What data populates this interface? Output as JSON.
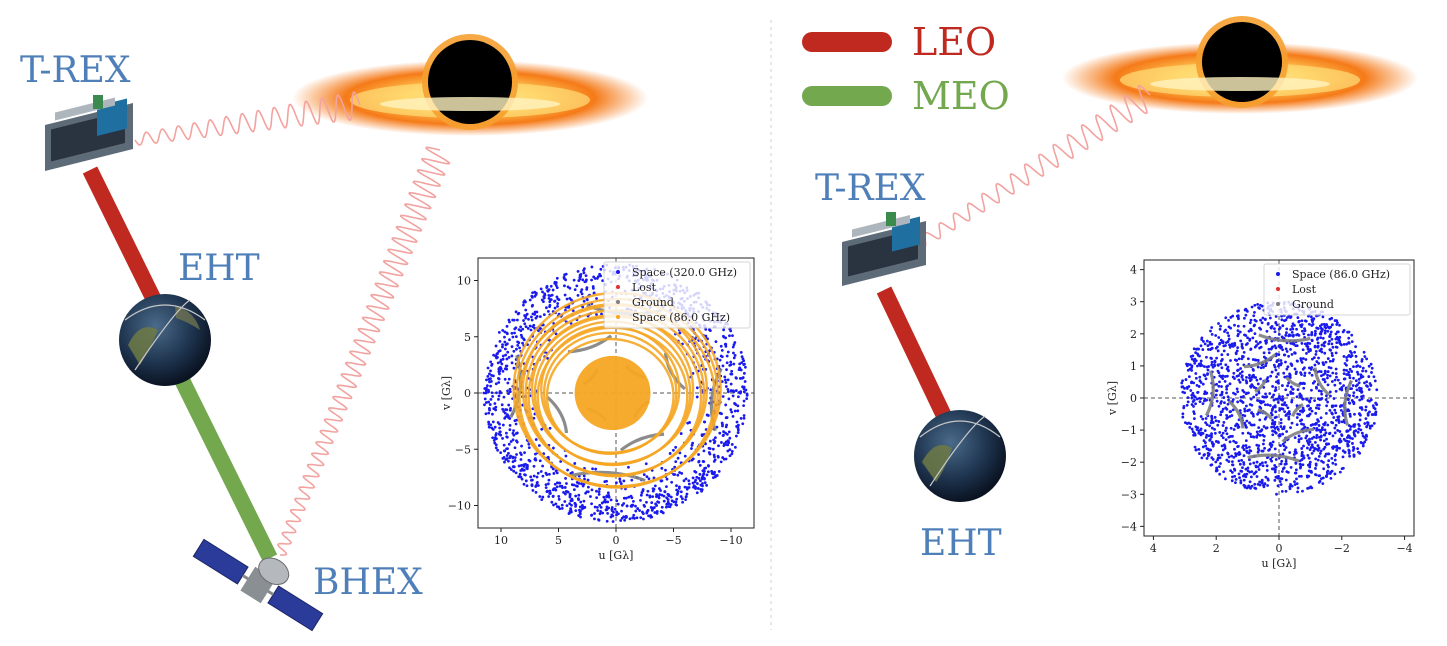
{
  "labels": {
    "left_trex": "T-REX",
    "left_eht": "EHT",
    "bhex": "BHEX",
    "right_trex": "T-REX",
    "right_eht": "EHT"
  },
  "legend": {
    "leo": "LEO",
    "meo": "MEO",
    "leo_color": "#c0291f",
    "meo_color": "#74a84e"
  },
  "colors": {
    "label": "#4f7fb8",
    "space_points": "#1a1aee",
    "lost_points": "#e03030",
    "ground_points": "#808080",
    "space86_points": "#f5a623",
    "signal_wave": "#f2a3a0"
  },
  "icons": [
    "black-hole-icon",
    "satellite-icon",
    "earth-globe-icon",
    "bhex-satellite-icon"
  ],
  "chart_data": [
    {
      "type": "scatter",
      "title": "",
      "xlabel": "u [Gλ]",
      "ylabel": "v [Gλ]",
      "xlim": [
        12,
        -12
      ],
      "ylim": [
        -12,
        12
      ],
      "xticks": [
        10,
        5,
        0,
        -5,
        -10
      ],
      "yticks": [
        10,
        5,
        0,
        -5,
        -10
      ],
      "legend_position": "top-right",
      "series": [
        {
          "name": "Space (320.0 GHz)",
          "color": "#1a1aee",
          "shape": "disk",
          "r_min": 6.5,
          "r_max": 11.5
        },
        {
          "name": "Lost",
          "color": "#e03030",
          "shape": "none"
        },
        {
          "name": "Ground",
          "color": "#808080",
          "shape": "arcs",
          "radii": [
            3,
            6,
            9.5
          ]
        },
        {
          "name": "Space (86.0 GHz)",
          "color": "#f5a623",
          "shape": "rings",
          "core": 3.3,
          "rings": [
            5.5,
            6.5,
            7.5,
            8.5
          ]
        }
      ]
    },
    {
      "type": "scatter",
      "title": "",
      "xlabel": "u [Gλ]",
      "ylabel": "v [Gλ]",
      "xlim": [
        4.3,
        -4.3
      ],
      "ylim": [
        -4.3,
        4.3
      ],
      "xticks": [
        4,
        2,
        0,
        -2,
        -4
      ],
      "yticks": [
        4,
        3,
        2,
        1,
        0,
        -1,
        -2,
        -3,
        -4
      ],
      "legend_position": "top-right",
      "series": [
        {
          "name": "Space (86.0 GHz)",
          "color": "#1a1aee",
          "shape": "disk",
          "r_min": 0,
          "r_max": 3.0
        },
        {
          "name": "Lost",
          "color": "#e03030",
          "shape": "none"
        },
        {
          "name": "Ground",
          "color": "#808080",
          "shape": "arcs",
          "radii": [
            0.8,
            1.6,
            2.4
          ]
        }
      ]
    }
  ]
}
